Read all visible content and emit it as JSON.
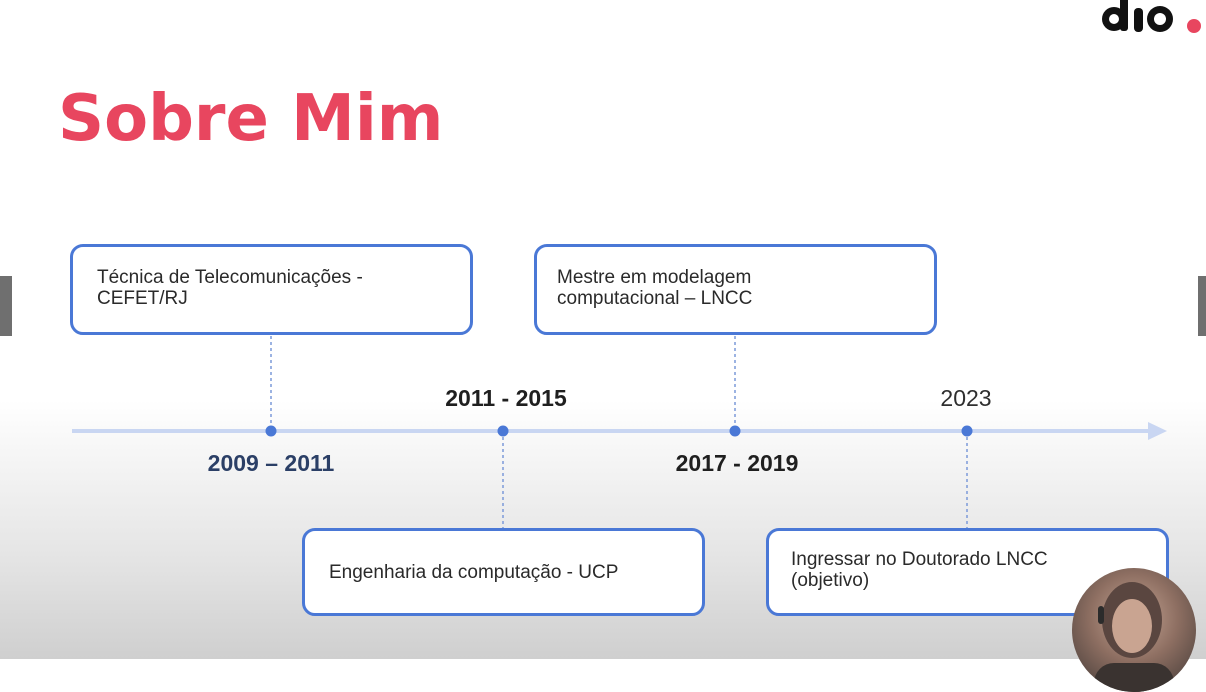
{
  "brand": {
    "logo_text": "dio.",
    "accent_color": "#e8465f"
  },
  "slide": {
    "title": "Sobre Mim",
    "timeline_color": "#4a78d6",
    "events": [
      {
        "year": "2009 – 2011",
        "text": "Técnica de Telecomunicações  -\nCEFET/RJ"
      },
      {
        "year": "2011 - 2015",
        "text": "Engenharia  da computação - UCP"
      },
      {
        "year": "2017 - 2019",
        "text": "Mestre em modelagem\ncomputacional  – LNCC"
      },
      {
        "year": "2023",
        "text": "Ingressar  no Doutorado LNCC\n(objetivo)"
      }
    ]
  },
  "presenter": {
    "video_feed": "presenter-webcam"
  }
}
